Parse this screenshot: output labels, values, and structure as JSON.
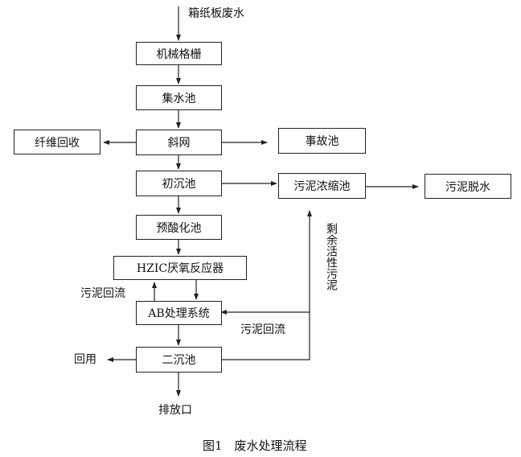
{
  "nodes": {
    "input": "箱纸板废水",
    "grille": "机械格栅",
    "collect": "集水池",
    "screen": "斜网",
    "fiber": "纤维回收",
    "accident": "事故池",
    "primary": "初沉池",
    "thickener": "污泥浓缩池",
    "dewater": "污泥脱水",
    "preacid": "预酸化池",
    "hzic": "HZIC厌氧反应器",
    "ab": "AB处理系统",
    "secondary": "二沉池",
    "reuse": "回用",
    "outlet": "排放口"
  },
  "labels": {
    "return_left": "污泥回流",
    "return_right": "污泥回流",
    "excess": "剩余活性污泥"
  },
  "caption": "图1　废水处理流程"
}
